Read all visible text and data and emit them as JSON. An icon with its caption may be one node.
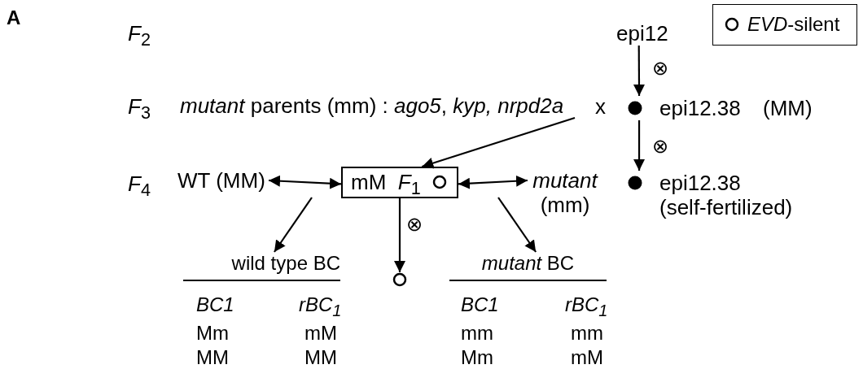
{
  "diagram": {
    "nodes": [
      {
        "text": [
          "*mutant* parents (mm) : *ago5*, *kyp, nrpd2a*"
        ]
      },
      {
        "text": [
          "epi12"
        ]
      },
      {
        "text": [
          "epi12.38 (MM)"
        ]
      },
      {
        "text": [
          "epi12.38 (self-fertilized)"
        ]
      },
      {
        "text": [
          "mM  *F*$_{1}$"
        ]
      },
      {
        "text": [
          "WT (MM)"
        ]
      },
      {
        "text": [
          "*mutant* (mm)"
        ]
      },
      {
        "text": [
          "wild type BC"
        ]
      },
      {
        "text": [],
        "shape": "circle"
      },
      {
        "text": [
          "*mutant* BC"
        ]
      }
    ],
    "edges": [
      {
        "from": 0,
        "to": 4,
        "arrow": "to"
      },
      {
        "from": 1,
        "to": 2,
        "arrow": "to",
        "label": "⊗"
      },
      {
        "from": 2,
        "to": 3,
        "arrow": "to",
        "label": "⊗"
      },
      {
        "from": 5,
        "to": 4,
        "arrow": "both"
      },
      {
        "from": 4,
        "to": 6,
        "arrow": "both"
      },
      {
        "from": null,
        "to": 7,
        "arrow": "to"
      },
      {
        "from": 4,
        "to": 8,
        "arrow": "to",
        "label": "⊗"
      },
      {
        "from": null,
        "to": 9,
        "arrow": "to"
      }
    ],
    "labels": [
      "A",
      "*F*$_{2}$",
      "*F*$_{3}$",
      "x",
      "*F*$_{4}$",
      "BC1",
      "rBC$_{1}$",
      "Mm",
      "mM",
      "MM",
      "MM",
      "BC1",
      "rBC$_{1}$",
      "mm",
      "mm",
      "Mm",
      "mM"
    ],
    "legend": [
      {
        "text": "*EVD*-silent"
      }
    ]
  }
}
